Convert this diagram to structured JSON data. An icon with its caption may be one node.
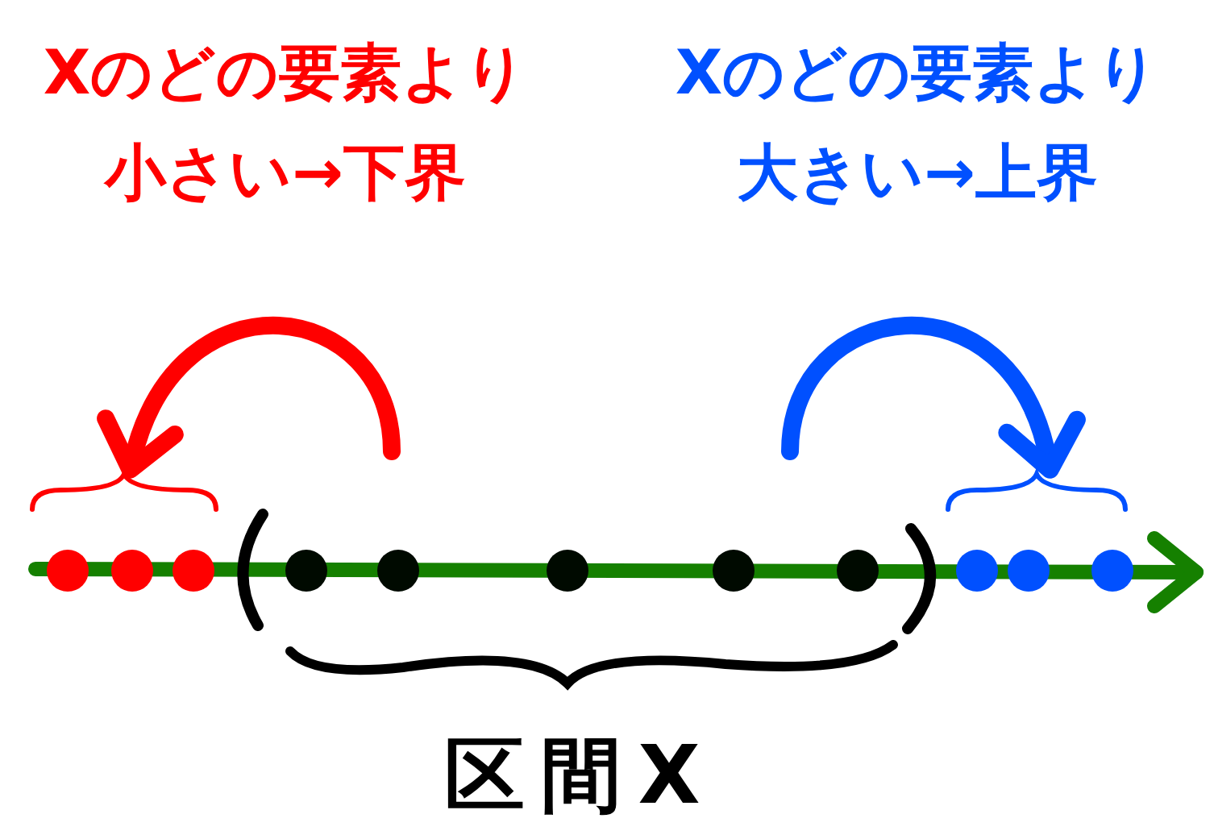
{
  "diagram": {
    "nodes": [
      {
        "text": [
          "Xのどの要素より小さい→下界"
        ]
      },
      {
        "text": [
          "Xのどの要素より大きい→上界"
        ]
      },
      {
        "text": [],
        "shape": "picture"
      },
      {
        "text": [
          "区間X"
        ]
      },
      {
        "text": [],
        "shape": "picture"
      }
    ],
    "edges": [
      {
        "from": null,
        "to": 2,
        "arrow": "to",
        "color": "#ff0000"
      },
      {
        "from": null,
        "to": 4,
        "arrow": "to",
        "color": "#0050ff"
      }
    ]
  }
}
